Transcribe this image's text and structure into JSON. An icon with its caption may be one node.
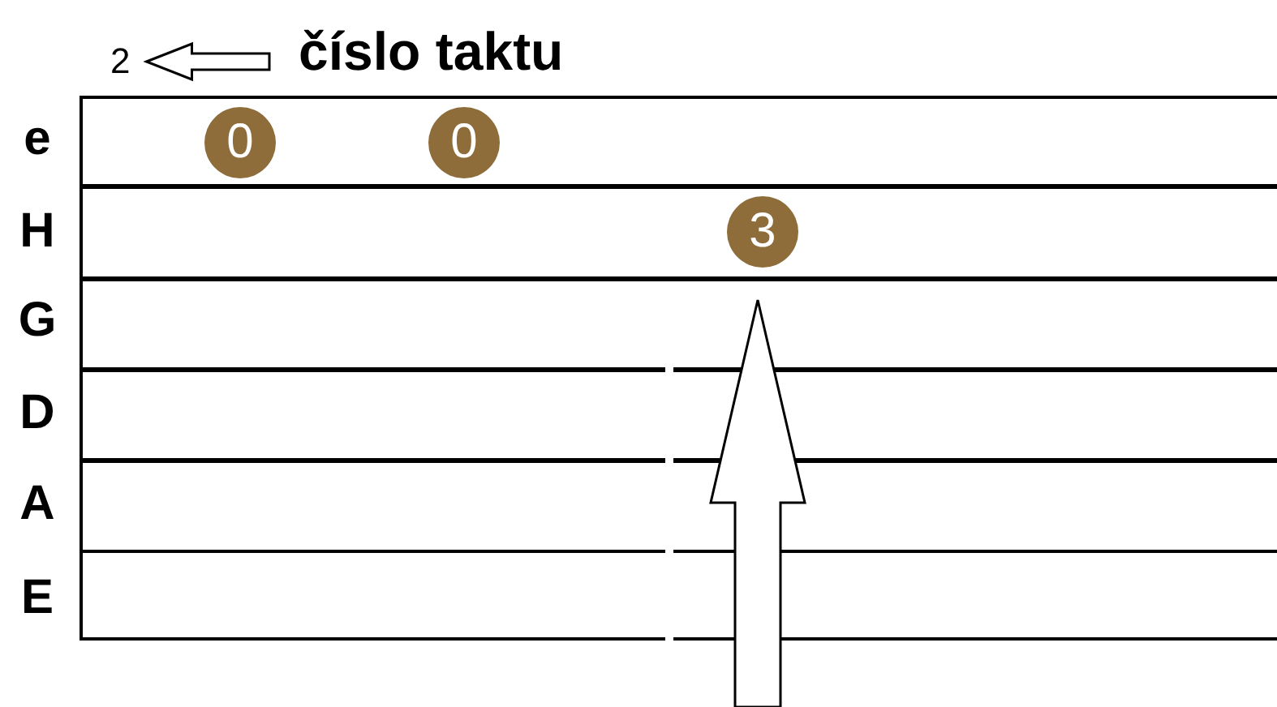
{
  "diagram": {
    "nodes": [
      {
        "text": [
          "2"
        ]
      },
      {
        "text": [
          "číslo taktu"
        ]
      },
      {
        "text": [
          "0"
        ]
      },
      {
        "text": [
          "0"
        ]
      },
      {
        "text": [
          "3"
        ]
      }
    ],
    "edges": [
      {
        "from": 1,
        "to": 0,
        "arrow": "to"
      },
      {
        "from": null,
        "to": 4,
        "arrow": "to"
      }
    ],
    "labels": [
      "e",
      "H",
      "G",
      "D",
      "A",
      "E"
    ]
  }
}
